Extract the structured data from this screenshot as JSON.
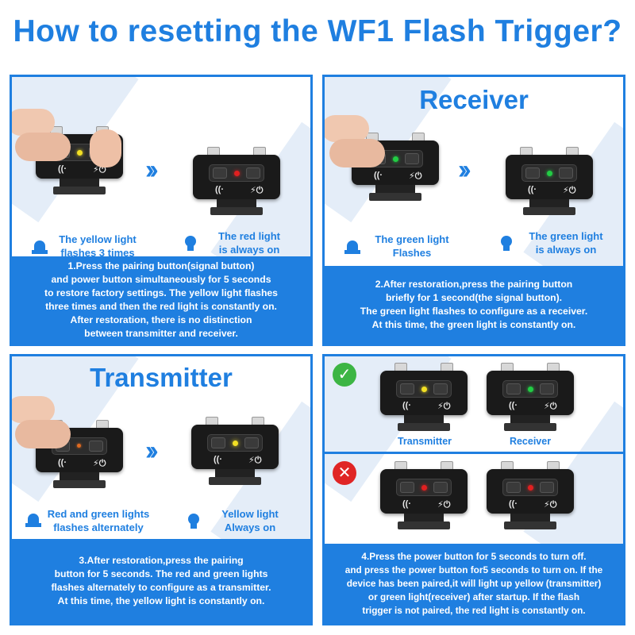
{
  "title": "How to resetting the WF1 Flash Trigger?",
  "colors": {
    "accent": "#1f7fe0",
    "led_red": "#e02020",
    "led_green": "#22cc44",
    "led_yellow": "#f2e024",
    "ok": "#3cb544",
    "error": "#e02525"
  },
  "panel1": {
    "caption_left": "The yellow light\nflashes 3 times",
    "caption_right": "The red light\nis always on",
    "footer": "1.Press the pairing button(signal button)\nand power button simultaneously for 5 seconds\nto restore factory settings. The yellow light flashes\nthree times and then the red light is constantly on.\nAfter restoration, there is no distinction\nbetween transmitter and receiver."
  },
  "panel2": {
    "heading": "Receiver",
    "caption_left": "The green light\nFlashes",
    "caption_right": "The green light\nis always on",
    "footer": "2.After restoration,press the pairing button\nbriefly for 1 second(the signal button).\nThe green light flashes to configure as a receiver.\nAt this time, the green light is constantly on."
  },
  "panel3": {
    "heading": "Transmitter",
    "caption_left": "Red and green lights\nflashes alternately",
    "caption_right": "Yellow light\nAlways on",
    "footer": "3.After restoration,press the pairing\nbutton for 5 seconds. The red and green lights\nflashes alternately to configure as a transmitter.\nAt this time, the yellow light is constantly on."
  },
  "panel4": {
    "label_transmitter": "Transmitter",
    "label_receiver": "Receiver",
    "footer": "4.Press the power button for 5 seconds to turn off.\nand press the power button for5 seconds to turn on. If the\ndevice has been paired,it will light up yellow (transmitter)\nor green light(receiver) after startup. If the flash\ntrigger is not paired, the red light is constantly on."
  },
  "icons": {
    "wifi": "wifi-icon",
    "power": "power-icon",
    "siren": "siren-icon",
    "bulb": "bulb-icon",
    "arrows": "double-chevron-icon"
  }
}
